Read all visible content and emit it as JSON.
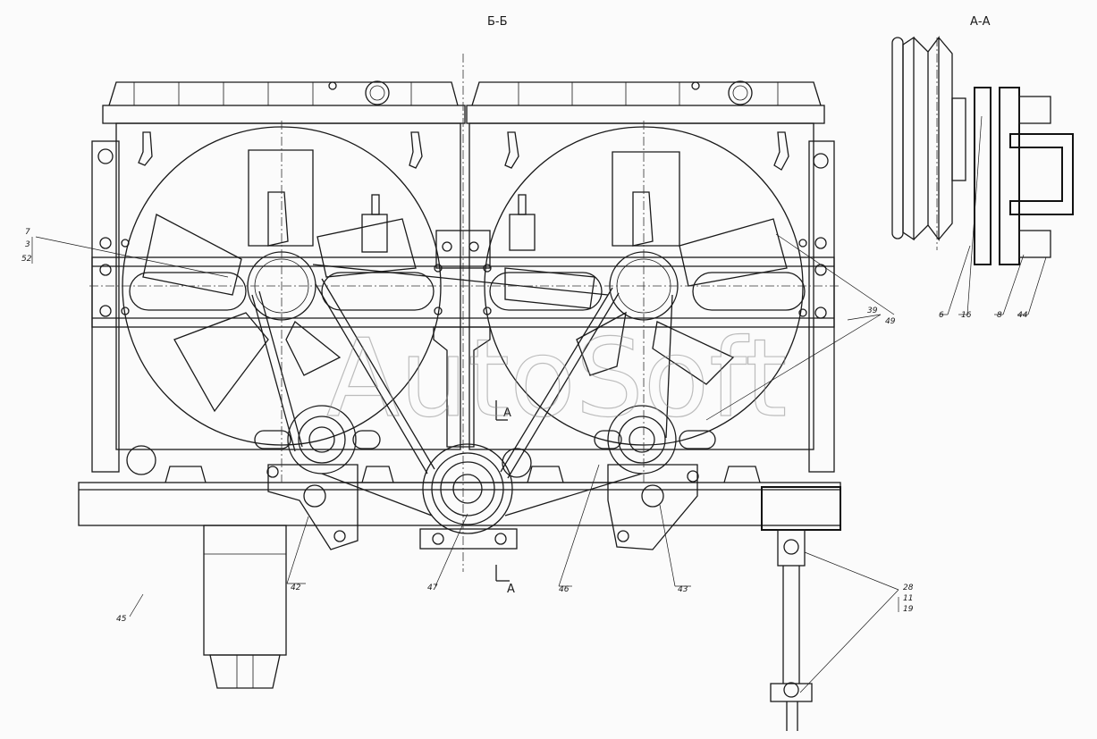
{
  "section_titles": {
    "main": "Б-Б",
    "detail": "А-А"
  },
  "section_marker": {
    "upper": "А",
    "lower": "А"
  },
  "watermark": "AutoSoft",
  "callouts": {
    "c7_group": [
      "7",
      "3",
      "52"
    ],
    "c49": "49",
    "c39": "39",
    "c42": "42",
    "c47": "47",
    "c46": "46",
    "c43": "43",
    "c45": "45",
    "c28_group": [
      "28",
      "11",
      "19"
    ],
    "c6": "6",
    "c16": "16",
    "c8": "8",
    "c44": "44"
  }
}
